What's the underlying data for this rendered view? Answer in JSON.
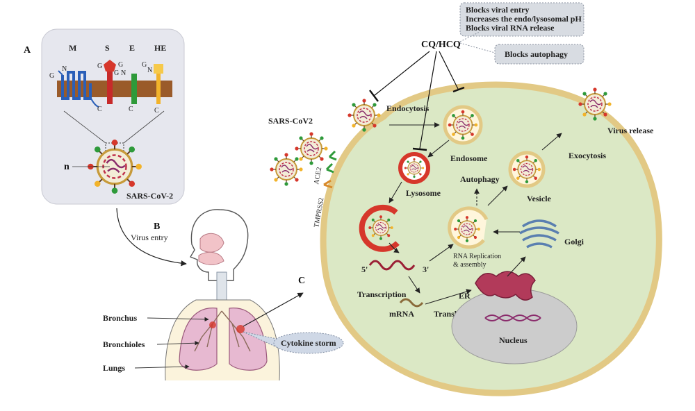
{
  "panel_a": {
    "letter": "A",
    "proteins": {
      "m": "M",
      "s": "S",
      "e": "E",
      "he": "HE"
    },
    "terminal_n": "N",
    "terminal_c": "C",
    "glycan": "G",
    "nucleocapsid": "n",
    "virus_label": "SARS-CoV-2"
  },
  "panel_b": {
    "letter": "B",
    "virus_entry": "Virus entry",
    "bronchus": "Bronchus",
    "bronchioles": "Bronchioles",
    "lungs": "Lungs"
  },
  "panel_c": {
    "letter": "C",
    "cytokine_storm": "Cytokine storm"
  },
  "cell": {
    "sars_cov2": "SARS-CoV2",
    "ace2": "ACE2",
    "tmprss2": "TMPRSS2",
    "drug": "CQ/HCQ",
    "effects": [
      "Blocks viral entry",
      "Increases the endo/lysosomal pH",
      "Blocks viral RNA release"
    ],
    "autophagy_block": "Blocks autophagy",
    "endocytosis": "Endocytosis",
    "endosome": "Endosome",
    "lysosome": "Lysosome",
    "autophagy": "Autophagy",
    "vesicle": "Vesicle",
    "exocytosis": "Exocytosis",
    "virus_release": "Virus release",
    "rna_replication_1": "RNA Replication",
    "rna_replication_2": "& assembly",
    "golgi": "Golgi",
    "five_prime": "5'",
    "three_prime": "3'",
    "transcription": "Transcription",
    "mrna": "mRNA",
    "er": "ER",
    "translation": "Translation",
    "nucleus": "Nucleus"
  }
}
